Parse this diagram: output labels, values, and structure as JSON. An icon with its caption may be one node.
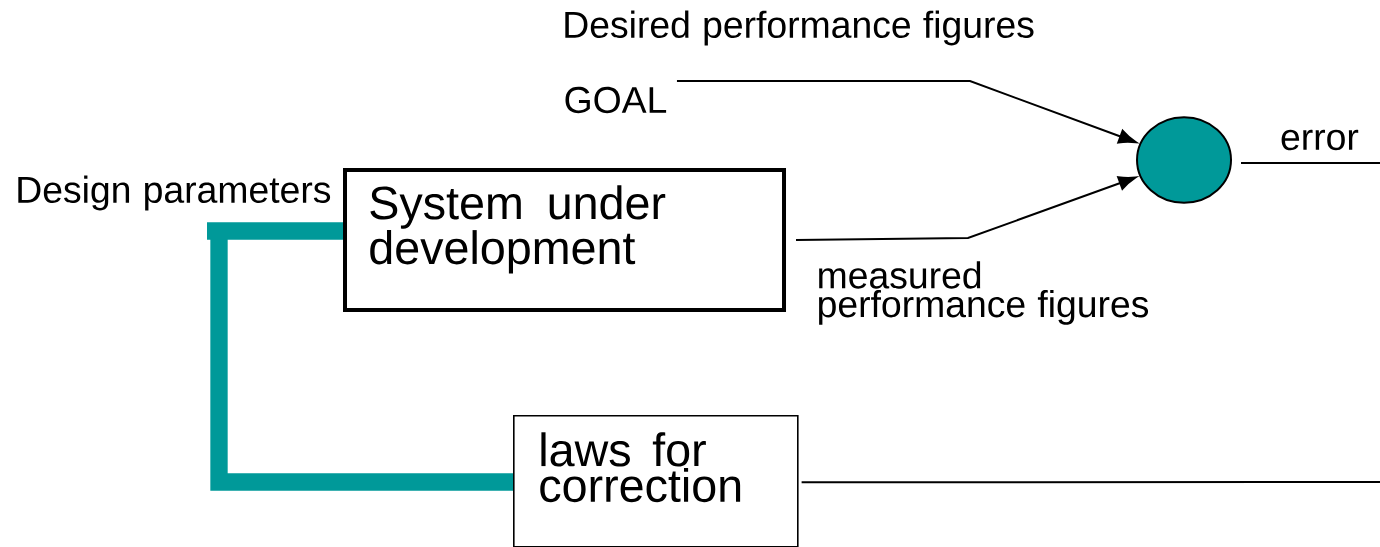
{
  "diagram": {
    "nodes": [
      {
        "text": [
          "GOAL"
        ],
        "beside": [
          "Desired performance figures"
        ]
      },
      {
        "text": [],
        "shape": "circle"
      },
      {
        "text": [
          "System under development"
        ]
      },
      {
        "text": [
          "laws for correction"
        ]
      }
    ],
    "edges": [
      {
        "from": 0,
        "to": 1,
        "arrow": "to"
      },
      {
        "from": 2,
        "to": 1,
        "arrow": "to",
        "label": "measured performance figures"
      },
      {
        "from": 1,
        "to": null,
        "arrow": "none",
        "label": "error"
      },
      {
        "from": 3,
        "to": null,
        "arrow": "none"
      },
      {
        "from": 3,
        "to": 2,
        "arrow": "none",
        "style": "thick",
        "color": "#009999"
      }
    ],
    "labels": [
      "Design parameters"
    ]
  }
}
